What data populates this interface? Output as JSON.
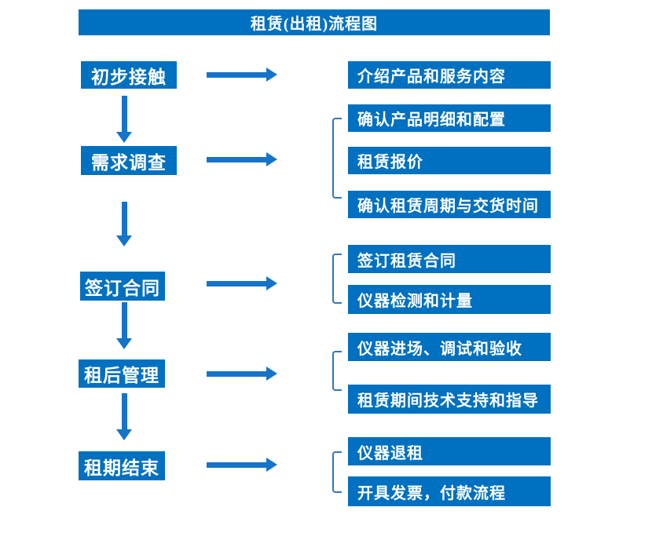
{
  "title": "租赁(出租)流程图",
  "colors": {
    "box_blue": "#0070C0",
    "arrow_blue": "#1573C9",
    "bracket_blue": "#3077BE",
    "text_white": "#FFFFFF",
    "background": "#FFFFFF"
  },
  "steps": [
    {
      "label": "初步接触",
      "outputs": [
        "介绍产品和服务内容"
      ]
    },
    {
      "label": "需求调查",
      "outputs": [
        "确认产品明细和配置",
        "租赁报价",
        "确认租赁周期与交货时间"
      ]
    },
    {
      "label": "签订合同",
      "outputs": [
        "签订租赁合同",
        "仪器检测和计量"
      ]
    },
    {
      "label": "租后管理",
      "outputs": [
        "仪器进场、调试和验收",
        "租赁期间技术支持和指导"
      ]
    },
    {
      "label": "租期结束",
      "outputs": [
        "仪器退租",
        "开具发票，付款流程"
      ]
    }
  ]
}
